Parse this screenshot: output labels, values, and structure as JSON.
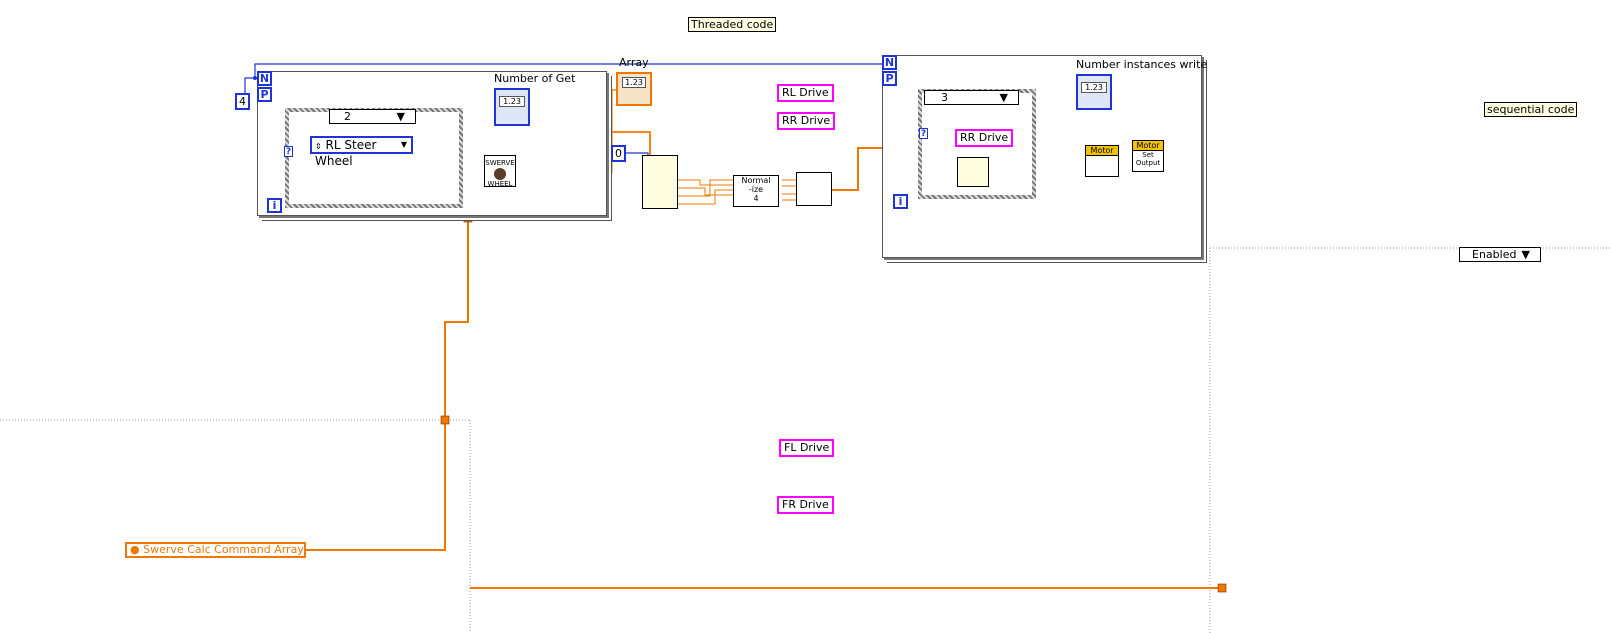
{
  "labels": {
    "threaded_code": "Threaded code",
    "sequential_code": "sequential code",
    "array": "Array",
    "number_of_get": "Number of Get",
    "number_instances_write": "Number instances write"
  },
  "constants": {
    "n_count": "4",
    "case_selector_left": "2",
    "case_selector_right": "3",
    "steer_wheel": "RL Steer Wheel",
    "index_zero": "0",
    "enabled": "Enabled",
    "swerve_calc": "Swerve Calc Command Array",
    "normalize": "Normal\n-ize\n4"
  },
  "drive_refs": {
    "rl": "RL Drive",
    "rr": "RR Drive",
    "rr_inner": "RR Drive",
    "fl": "FL Drive",
    "fr": "FR Drive"
  },
  "terminals": {
    "n": "N",
    "p": "P",
    "i": "i",
    "q": "?"
  },
  "indicator_text": "1.23",
  "motor": {
    "left_header": "Motor",
    "right_header": "Motor",
    "right_body": "Set\nOutput"
  },
  "swerve_vi": {
    "top": "SWERVE",
    "bottom": "WHEEL"
  },
  "colors": {
    "wire_orange": "#f07800",
    "wire_blue": "#1f34d6",
    "wire_pink": "#ff00ff",
    "note_bg": "#ffffe1",
    "motor_header": "#f2c200"
  }
}
